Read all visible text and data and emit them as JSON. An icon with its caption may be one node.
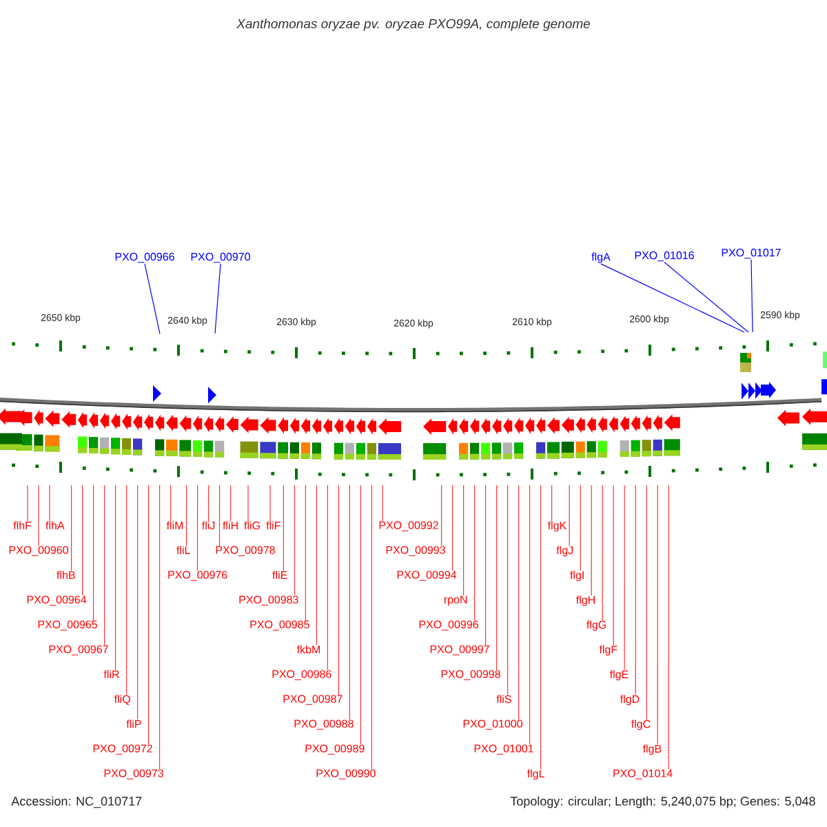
{
  "diagram": {
    "title": "Xanthomonas oryzae pv. oryzae PXO99A, complete genome",
    "nodes": [
      {
        "text": [
          "PXO_00966"
        ]
      },
      {
        "text": [
          "PXO_00970"
        ]
      },
      {
        "text": [
          "flgA"
        ]
      },
      {
        "text": [
          "PXO_01016"
        ]
      },
      {
        "text": [
          "PXO_01017"
        ]
      },
      {
        "text": [
          "flhF"
        ]
      },
      {
        "text": [
          "PXO_00960"
        ]
      },
      {
        "text": [
          "flhA"
        ]
      },
      {
        "text": [
          "flhB"
        ]
      },
      {
        "text": [
          "PXO_00964"
        ]
      },
      {
        "text": [
          "PXO_00965"
        ]
      },
      {
        "text": [
          "PXO_00967"
        ]
      },
      {
        "text": [
          "fliR"
        ]
      },
      {
        "text": [
          "fliQ"
        ]
      },
      {
        "text": [
          "fliP"
        ]
      },
      {
        "text": [
          "PXO_00972"
        ]
      },
      {
        "text": [
          "PXO_00973"
        ]
      },
      {
        "text": [
          "fliM"
        ]
      },
      {
        "text": [
          "fliL"
        ]
      },
      {
        "text": [
          "PXO_00976"
        ]
      },
      {
        "text": [
          "fliJ"
        ]
      },
      {
        "text": [
          "PXO_00978"
        ]
      },
      {
        "text": [
          "fliH"
        ]
      },
      {
        "text": [
          "fliG"
        ]
      },
      {
        "text": [
          "fliF"
        ]
      },
      {
        "text": [
          "fliE"
        ]
      },
      {
        "text": [
          "PXO_00983"
        ]
      },
      {
        "text": [
          "PXO_00985"
        ]
      },
      {
        "text": [
          "fkbM"
        ]
      },
      {
        "text": [
          "PXO_00986"
        ]
      },
      {
        "text": [
          "PXO_00987"
        ]
      },
      {
        "text": [
          "PXO_00988"
        ]
      },
      {
        "text": [
          "PXO_00989"
        ]
      },
      {
        "text": [
          "PXO_00990"
        ]
      },
      {
        "text": [
          "PXO_00992"
        ]
      },
      {
        "text": [
          "PXO_00993"
        ]
      },
      {
        "text": [
          "PXO_00994"
        ]
      },
      {
        "text": [
          "rpoN"
        ]
      },
      {
        "text": [
          "PXO_00996"
        ]
      },
      {
        "text": [
          "PXO_00997"
        ]
      },
      {
        "text": [
          "PXO_00998"
        ]
      },
      {
        "text": [
          "fliS"
        ]
      },
      {
        "text": [
          "PXO_01000"
        ]
      },
      {
        "text": [
          "PXO_01001"
        ]
      },
      {
        "text": [
          "flgL"
        ]
      },
      {
        "text": [
          "flgK"
        ]
      },
      {
        "text": [
          "flgJ"
        ]
      },
      {
        "text": [
          "flgI"
        ]
      },
      {
        "text": [
          "flgH"
        ]
      },
      {
        "text": [
          "flgG"
        ]
      },
      {
        "text": [
          "flgF"
        ]
      },
      {
        "text": [
          "flgE"
        ]
      },
      {
        "text": [
          "flgD"
        ]
      },
      {
        "text": [
          "flgC"
        ]
      },
      {
        "text": [
          "flgB"
        ]
      },
      {
        "text": [
          "PXO_01014"
        ]
      }
    ],
    "edges": [
      {
        "from": 0,
        "to": null,
        "arrow": "none",
        "color": "#0000ff"
      },
      {
        "from": 1,
        "to": null,
        "arrow": "none",
        "color": "#0000ff"
      },
      {
        "from": 2,
        "to": null,
        "arrow": "none",
        "color": "#0000ff"
      },
      {
        "from": 3,
        "to": null,
        "arrow": "none",
        "color": "#0000ff"
      },
      {
        "from": 4,
        "to": null,
        "arrow": "none",
        "color": "#0000ff"
      },
      {
        "from": 5,
        "to": null,
        "arrow": "none"
      },
      {
        "from": 6,
        "to": null,
        "arrow": "none"
      },
      {
        "from": 7,
        "to": null,
        "arrow": "none"
      },
      {
        "from": 8,
        "to": null,
        "arrow": "none"
      },
      {
        "from": 9,
        "to": null,
        "arrow": "none"
      },
      {
        "from": 10,
        "to": null,
        "arrow": "none"
      },
      {
        "from": 11,
        "to": null,
        "arrow": "none"
      },
      {
        "from": 12,
        "to": null,
        "arrow": "none"
      },
      {
        "from": 13,
        "to": null,
        "arrow": "none"
      },
      {
        "from": 14,
        "to": null,
        "arrow": "none"
      },
      {
        "from": 15,
        "to": null,
        "arrow": "none"
      },
      {
        "from": 16,
        "to": null,
        "arrow": "none"
      },
      {
        "from": 17,
        "to": null,
        "arrow": "none"
      },
      {
        "from": 18,
        "to": null,
        "arrow": "none"
      },
      {
        "from": 19,
        "to": null,
        "arrow": "none"
      },
      {
        "from": 20,
        "to": null,
        "arrow": "none"
      },
      {
        "from": 21,
        "to": null,
        "arrow": "none"
      },
      {
        "from": 22,
        "to": null,
        "arrow": "none"
      },
      {
        "from": 23,
        "to": null,
        "arrow": "none"
      },
      {
        "from": 24,
        "to": null,
        "arrow": "none"
      },
      {
        "from": 25,
        "to": null,
        "arrow": "none"
      },
      {
        "from": 26,
        "to": null,
        "arrow": "none"
      },
      {
        "from": 27,
        "to": null,
        "arrow": "none"
      },
      {
        "from": 28,
        "to": null,
        "arrow": "none"
      },
      {
        "from": 29,
        "to": null,
        "arrow": "none"
      },
      {
        "from": 30,
        "to": null,
        "arrow": "none"
      },
      {
        "from": 31,
        "to": null,
        "arrow": "none"
      },
      {
        "from": 32,
        "to": null,
        "arrow": "none"
      },
      {
        "from": 33,
        "to": null,
        "arrow": "none"
      },
      {
        "from": 34,
        "to": null,
        "arrow": "none"
      },
      {
        "from": 35,
        "to": null,
        "arrow": "none"
      },
      {
        "from": 36,
        "to": null,
        "arrow": "none"
      },
      {
        "from": 37,
        "to": null,
        "arrow": "none"
      },
      {
        "from": 38,
        "to": null,
        "arrow": "none"
      },
      {
        "from": 39,
        "to": null,
        "arrow": "none"
      },
      {
        "from": 40,
        "to": null,
        "arrow": "none"
      },
      {
        "from": 41,
        "to": null,
        "arrow": "none"
      },
      {
        "from": 42,
        "to": null,
        "arrow": "none"
      },
      {
        "from": 43,
        "to": null,
        "arrow": "none"
      },
      {
        "from": 44,
        "to": null,
        "arrow": "none"
      },
      {
        "from": 45,
        "to": null,
        "arrow": "none"
      },
      {
        "from": 46,
        "to": null,
        "arrow": "none"
      },
      {
        "from": 47,
        "to": null,
        "arrow": "none"
      },
      {
        "from": 48,
        "to": null,
        "arrow": "none"
      },
      {
        "from": 49,
        "to": null,
        "arrow": "none"
      },
      {
        "from": 50,
        "to": null,
        "arrow": "none"
      },
      {
        "from": 51,
        "to": null,
        "arrow": "none"
      },
      {
        "from": 52,
        "to": null,
        "arrow": "none"
      },
      {
        "from": 53,
        "to": null,
        "arrow": "none"
      },
      {
        "from": 54,
        "to": null,
        "arrow": "none"
      },
      {
        "from": 55,
        "to": null,
        "arrow": "none"
      }
    ],
    "labels": [
      "2650 kbp",
      "2640 kbp",
      "2630 kbp",
      "2620 kbp",
      "2610 kbp",
      "2600 kbp",
      "2590 kbp",
      "Accession: NC_010717",
      "Topology: circular; Length: 5,240,075 bp; Genes: 5,048"
    ]
  }
}
